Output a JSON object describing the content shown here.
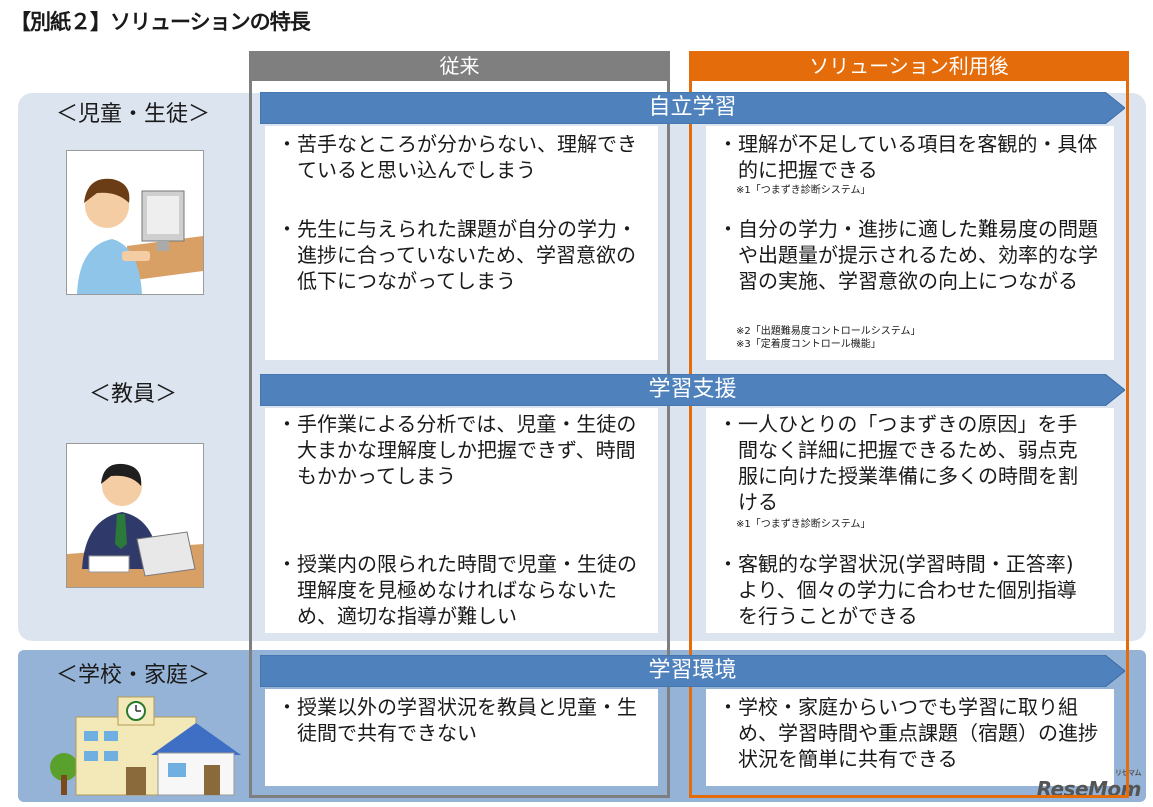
{
  "title": "【別紙２】ソリューションの特長",
  "columns": {
    "before": "従来",
    "after": "ソリューション利用後"
  },
  "colors": {
    "before": "#7f7f7f",
    "after": "#e46c0a",
    "arrow": "#4f81bd",
    "band_upper": "#dce5ef",
    "band_lower": "#95b3d7"
  },
  "rows": [
    {
      "role": "＜児童・生徒＞",
      "theme": "自立学習",
      "before": [
        "・苦手なところが分からない、理解できていると思い込んでしまう",
        "・先生に与えられた課題が自分の学力・進捗に合っていないため、学習意欲の低下につながってしまう"
      ],
      "after": [
        "・理解が不足している項目を客観的・具体的に把握できる",
        "・自分の学力・進捗に適した難易度の問題や出題量が提示されるため、効率的な学習の実施、学習意欲の向上につながる"
      ],
      "notes": [
        "※1「つまずき診断システム」",
        "※2「出題難易度コントロールシステム」",
        "※3「定着度コントロール機能」"
      ]
    },
    {
      "role": "＜教員＞",
      "theme": "学習支援",
      "before": [
        "・手作業による分析では、児童・生徒の大まかな理解度しか把握できず、時間もかかってしまう",
        "・授業内の限られた時間で児童・生徒の理解度を見極めなければならないため、適切な指導が難しい"
      ],
      "after": [
        "・一人ひとりの「つまずきの原因」を手間なく詳細に把握できるため、弱点克服に向けた授業準備に多くの時間を割ける",
        "・客観的な学習状況(学習時間・正答率)より、個々の学力に合わせた個別指導を行うことができる"
      ],
      "notes": [
        "※1「つまずき診断システム」"
      ]
    },
    {
      "role": "＜学校・家庭＞",
      "theme": "学習環境",
      "before": [
        "・授業以外の学習状況を教員と児童・生徒間で共有できない"
      ],
      "after": [
        "・学校・家庭からいつでも学習に取り組め、学習時間や重点課題（宿題）の進捗状況を簡単に共有できる"
      ],
      "notes": []
    }
  ],
  "logo": {
    "text": "ReseMom",
    "sub": "リセマム"
  }
}
